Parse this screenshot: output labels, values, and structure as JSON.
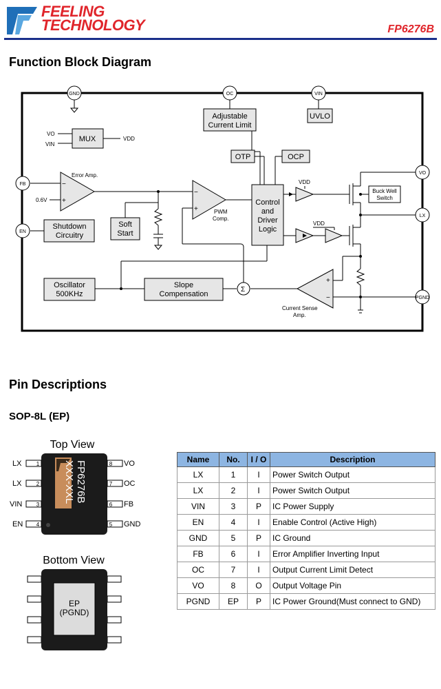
{
  "header": {
    "logo_line1": "FEELING",
    "logo_line2": "TECHNOLOGY",
    "part_number": "FP6276B",
    "brand_color": "#e0252b",
    "rule_color": "#1a2f8a"
  },
  "section_fbd_title": "Function Block Diagram",
  "diagram": {
    "pins": [
      "GND",
      "OC",
      "VIN",
      "FB",
      "EN",
      "VO",
      "LX",
      "PGND"
    ],
    "blocks": {
      "mux": "MUX",
      "adj_line1": "Adjustable",
      "adj_line2": "Current Limit",
      "uvlo": "UVLO",
      "otp": "OTP",
      "ocp": "OCP",
      "ctrl_line1": "Control",
      "ctrl_line2": "and",
      "ctrl_line3": "Driver",
      "ctrl_line4": "Logic",
      "shutdown_line1": "Shutdown",
      "shutdown_line2": "Circuitry",
      "softstart_line1": "Soft",
      "softstart_line2": "Start",
      "osc_line1": "Oscillator",
      "osc_line2": "500KHz",
      "slope_line1": "Slope",
      "slope_line2": "Compensation",
      "buck_line1": "Buck Well",
      "buck_line2": "Switch"
    },
    "labels": {
      "mux_vo": "VO",
      "mux_vin": "VIN",
      "mux_vdd": "VDD",
      "error_amp": "Error Amp.",
      "ref_06v": "0.6V",
      "pwm_line1": "PWM",
      "pwm_line2": "Comp.",
      "vdd_top": "VDD",
      "vdd_bottom": "VDD",
      "sigma": "Σ",
      "cs_line1": "Current Sense",
      "cs_line2": "Amp.",
      "minus": "−",
      "plus": "+"
    }
  },
  "section_pins_title": "Pin Descriptions",
  "package_title": "SOP-8L (EP)",
  "top_view": {
    "title": "Top View",
    "left_pins": [
      {
        "name": "LX",
        "num": "1"
      },
      {
        "name": "LX",
        "num": "2"
      },
      {
        "name": "VIN",
        "num": "3"
      },
      {
        "name": "EN",
        "num": "4"
      }
    ],
    "right_pins": [
      {
        "name": "VO",
        "num": "8"
      },
      {
        "name": "OC",
        "num": "7"
      },
      {
        "name": "FB",
        "num": "6"
      },
      {
        "name": "GND",
        "num": "5"
      }
    ],
    "marking_line1": "FP6276B",
    "marking_line2": "XXX-XXL"
  },
  "bottom_view": {
    "title": "Bottom View",
    "pad_line1": "EP",
    "pad_line2": "(PGND)"
  },
  "pin_table": {
    "headers": [
      "Name",
      "No.",
      "I / O",
      "Description"
    ],
    "rows": [
      [
        "LX",
        "1",
        "I",
        "Power Switch Output"
      ],
      [
        "LX",
        "2",
        "I",
        "Power Switch Output"
      ],
      [
        "VIN",
        "3",
        "P",
        "IC Power Supply"
      ],
      [
        "EN",
        "4",
        "I",
        "Enable Control (Active High)"
      ],
      [
        "GND",
        "5",
        "P",
        "IC Ground"
      ],
      [
        "FB",
        "6",
        "I",
        "Error Amplifier Inverting Input"
      ],
      [
        "OC",
        "7",
        "I",
        "Output Current Limit Detect"
      ],
      [
        "VO",
        "8",
        "O",
        "Output Voltage Pin"
      ],
      [
        "PGND",
        "EP",
        "P",
        "IC Power Ground(Must connect to GND)"
      ]
    ]
  }
}
